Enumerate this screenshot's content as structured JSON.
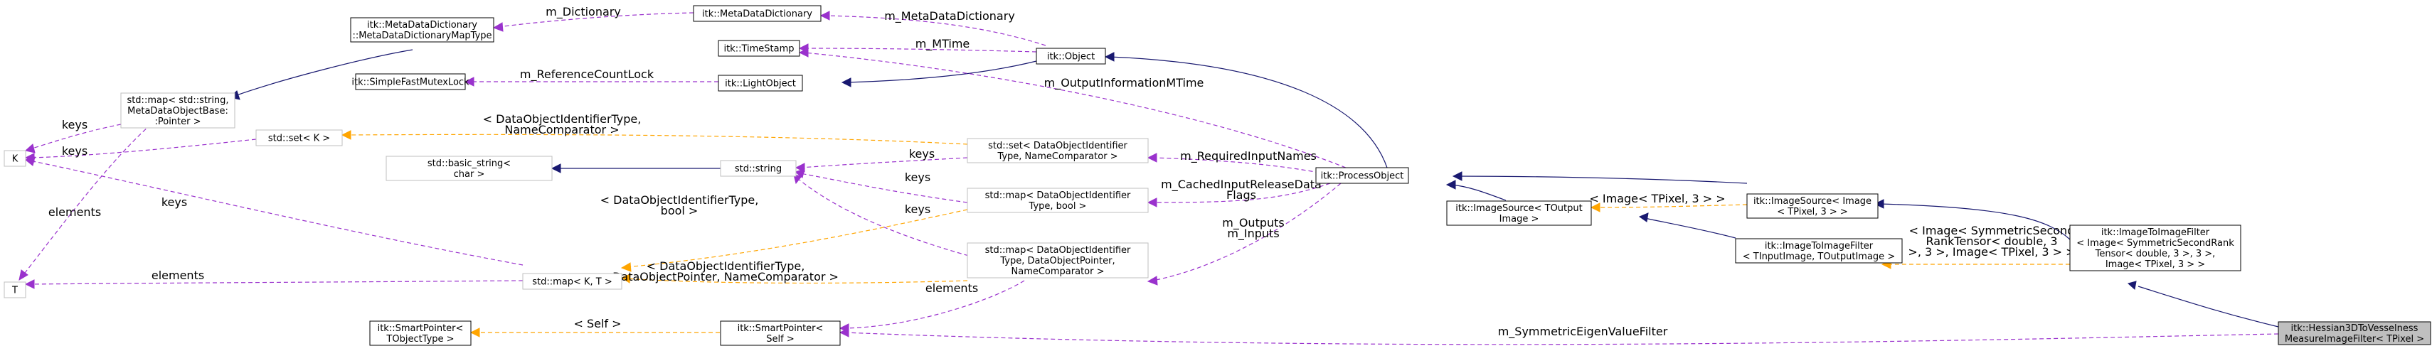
{
  "nodes": [
    {
      "id": "target",
      "lines": [
        "itk::Hessian3DToVesselness",
        "MeasureImageFilter< TPixel >"
      ]
    },
    {
      "id": "imageToImageFilterSym",
      "lines": [
        "itk::ImageToImageFilter",
        "< Image< SymmetricSecondRank",
        "Tensor< double, 3 >, 3 >,",
        "Image< TPixel, 3 > >"
      ]
    },
    {
      "id": "smartPointerSelf",
      "lines": [
        "itk::SmartPointer<",
        "Self >"
      ]
    },
    {
      "id": "smartPointerTObject",
      "lines": [
        "itk::SmartPointer<",
        "TObjectType >"
      ]
    },
    {
      "id": "imageToImageFilterT",
      "lines": [
        "itk::ImageToImageFilter",
        "< TInputImage, TOutputImage >"
      ]
    },
    {
      "id": "imageSourceImage",
      "lines": [
        "itk::ImageSource< Image",
        "< TPixel, 3 > >"
      ]
    },
    {
      "id": "imageSourceT",
      "lines": [
        "itk::ImageSource< TOutput",
        "Image >"
      ]
    },
    {
      "id": "processObject",
      "lines": [
        "itk::ProcessObject"
      ]
    },
    {
      "id": "object",
      "lines": [
        "itk::Object"
      ]
    },
    {
      "id": "lightObject",
      "lines": [
        "itk::LightObject"
      ]
    },
    {
      "id": "timeStamp",
      "lines": [
        "itk::TimeStamp"
      ]
    },
    {
      "id": "metaDataDictionary",
      "lines": [
        "itk::MetaDataDictionary"
      ]
    },
    {
      "id": "metaDataDictionaryMapType",
      "lines": [
        "itk::MetaDataDictionary",
        "::MetaDataDictionaryMapType"
      ]
    },
    {
      "id": "simpleFastMutexLock",
      "lines": [
        "itk::SimpleFastMutexLock"
      ]
    },
    {
      "id": "stdMapStringMeta",
      "lines": [
        "std::map< std::string,",
        "MetaDataObjectBase:",
        ":Pointer >"
      ]
    },
    {
      "id": "K",
      "lines": [
        "K"
      ]
    },
    {
      "id": "T",
      "lines": [
        "T"
      ]
    },
    {
      "id": "stdSetK",
      "lines": [
        "std::set< K >"
      ]
    },
    {
      "id": "stdMapKT",
      "lines": [
        "std::map< K, T >"
      ]
    },
    {
      "id": "basicString",
      "lines": [
        "std::basic_string<",
        "char >"
      ]
    },
    {
      "id": "stdString",
      "lines": [
        "std::string"
      ]
    },
    {
      "id": "setDataObjectId",
      "lines": [
        "std::set< DataObjectIdentifier",
        "Type, NameComparator >"
      ]
    },
    {
      "id": "mapDataObjectIdBool",
      "lines": [
        "std::map< DataObjectIdentifier",
        "Type, bool >"
      ]
    },
    {
      "id": "mapDataObjectIdPointer",
      "lines": [
        "std::map< DataObjectIdentifier",
        "Type, DataObjectPointer,",
        "NameComparator >"
      ]
    }
  ],
  "edge_labels": [
    {
      "id": "m_SymmetricEigenValueFilter",
      "lines": [
        "m_SymmetricEigenValueFilter"
      ]
    },
    {
      "id": "imageSymTemplate",
      "lines": [
        "< Image< SymmetricSecond",
        "RankTensor< double, 3",
        ">, 3 >, Image< TPixel, 3 > >"
      ]
    },
    {
      "id": "imageTPixelTemplate",
      "lines": [
        "< Image< TPixel, 3 > >"
      ]
    },
    {
      "id": "selfTemplate",
      "lines": [
        "< Self >"
      ]
    },
    {
      "id": "elementsSmart",
      "lines": [
        "elements"
      ]
    },
    {
      "id": "m_Outputs",
      "lines": [
        "m_Outputs",
        "m_Inputs"
      ]
    },
    {
      "id": "m_CachedInputReleaseDataFlags",
      "lines": [
        "m_CachedInputReleaseData",
        "Flags"
      ]
    },
    {
      "id": "m_RequiredInputNames",
      "lines": [
        "m_RequiredInputNames"
      ]
    },
    {
      "id": "m_OutputInformationMTime",
      "lines": [
        "m_OutputInformationMTime"
      ]
    },
    {
      "id": "m_MTime",
      "lines": [
        "m_MTime"
      ]
    },
    {
      "id": "m_MetaDataDictionary",
      "lines": [
        "m_MetaDataDictionary"
      ]
    },
    {
      "id": "m_Dictionary",
      "lines": [
        "m_Dictionary"
      ]
    },
    {
      "id": "m_ReferenceCountLock",
      "lines": [
        "m_ReferenceCountLock"
      ]
    },
    {
      "id": "keysStdSet",
      "lines": [
        "keys"
      ]
    },
    {
      "id": "keysMetaMap",
      "lines": [
        "keys"
      ]
    },
    {
      "id": "elementsMetaMap",
      "lines": [
        "elements"
      ]
    },
    {
      "id": "keysMapKT",
      "lines": [
        "keys"
      ]
    },
    {
      "id": "elementsMapKT",
      "lines": [
        "elements"
      ]
    },
    {
      "id": "keysSet",
      "lines": [
        "keys"
      ]
    },
    {
      "id": "keysMapBool",
      "lines": [
        "keys"
      ]
    },
    {
      "id": "keysMapPtr",
      "lines": [
        "keys"
      ]
    },
    {
      "id": "setTemplate",
      "lines": [
        "< DataObjectIdentifierType,",
        "NameComparator >"
      ]
    },
    {
      "id": "mapBoolTemplate",
      "lines": [
        "< DataObjectIdentifierType,",
        "bool >"
      ]
    },
    {
      "id": "mapPtrTemplate",
      "lines": [
        "< DataObjectIdentifierType,",
        "DataObjectPointer, NameComparator >"
      ]
    }
  ]
}
